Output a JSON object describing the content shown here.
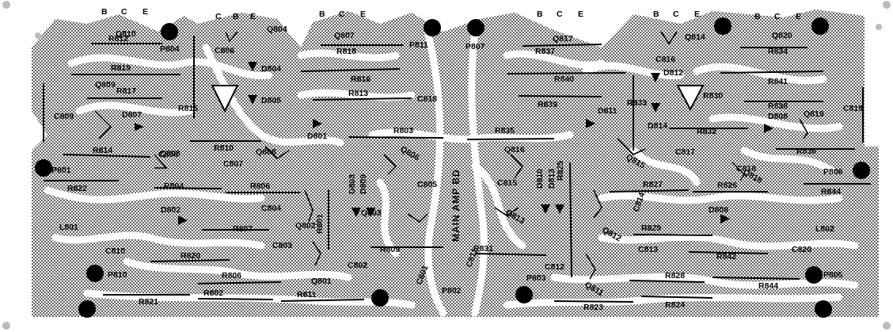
{
  "board": {
    "title": "MAIN AMP BD",
    "colors": {
      "substrate": "#ffffff",
      "copper_halftone": "#9a9a9a",
      "ink": "#000000"
    }
  },
  "pin_headers": [
    "B",
    "C",
    "E"
  ],
  "resistors": [
    "R812",
    "R819",
    "R817",
    "R814",
    "R822",
    "R810",
    "R804",
    "R806",
    "R807",
    "R820",
    "R806",
    "R821",
    "R802",
    "R811",
    "R815",
    "R818",
    "R816",
    "R813",
    "R803",
    "R801",
    "R809",
    "R831",
    "R837",
    "R840",
    "R839",
    "R835",
    "R825",
    "R823",
    "R824",
    "R827",
    "R829",
    "R828",
    "R833",
    "R834",
    "R841",
    "R830",
    "R832",
    "R836",
    "R826",
    "R844",
    "R842",
    "R844",
    "R838"
  ],
  "capacitors": [
    "C806",
    "C809",
    "C807",
    "C808",
    "C804",
    "C803",
    "C810",
    "C802",
    "C805",
    "C801",
    "C811",
    "C818",
    "C815",
    "C812",
    "C814",
    "C813",
    "C816",
    "C817",
    "C819",
    "C818",
    "C820"
  ],
  "transistors": [
    "Q810",
    "Q809",
    "Q808",
    "Q804",
    "Q807",
    "Q808",
    "Q806",
    "Q802",
    "Q801",
    "Q803",
    "Q817",
    "Q816",
    "Q813",
    "Q812",
    "Q811",
    "Q815",
    "Q814",
    "Q820",
    "Q819",
    "Q818"
  ],
  "diodes": [
    "D807",
    "D804",
    "D805",
    "D801",
    "D802",
    "D803",
    "D809",
    "D810",
    "D813",
    "D811",
    "D812",
    "D814",
    "D808"
  ],
  "inductors": [
    "L801",
    "L802"
  ],
  "connectors": [
    "P804",
    "P811",
    "P807",
    "P801",
    "P810",
    "P802",
    "P803",
    "P806",
    "P805"
  ]
}
